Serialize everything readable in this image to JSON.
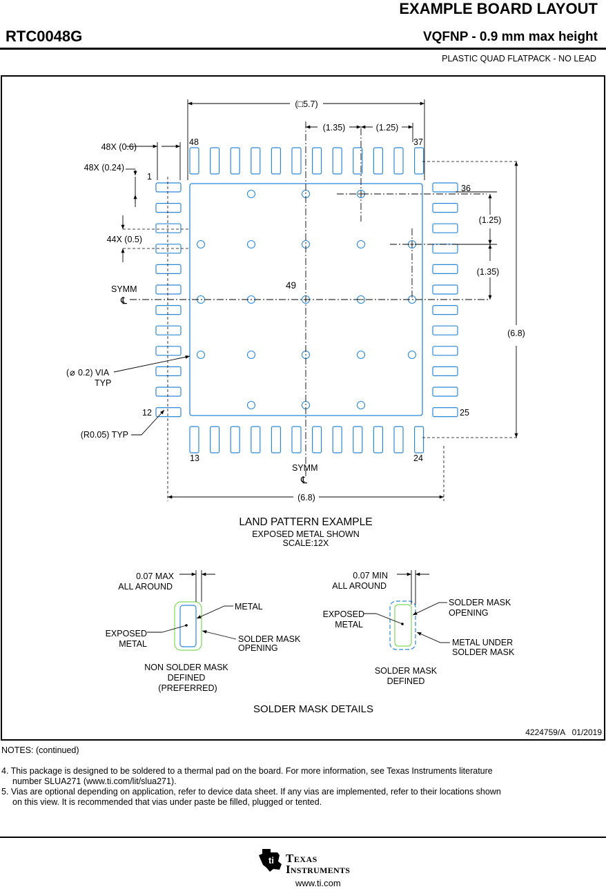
{
  "header": {
    "title": "EXAMPLE BOARD LAYOUT",
    "part_number": "RTC0048G",
    "package": "VQFNP - 0.9 mm max height",
    "package_desc": "PLASTIC QUAD FLATPACK - NO LEAD"
  },
  "land_pattern": {
    "dims": {
      "body_width": "(□5.7)",
      "via_x1": "(1.35)",
      "via_x2": "(1.25)",
      "pad_len": "48X (0.6)",
      "pad_width": "48X (0.24)",
      "pitch": "44X (0.5)",
      "via_y1": "(1.25)",
      "via_y2": "(1.35)",
      "total_h": "(6.8)",
      "total_w": "(6.8)"
    },
    "pins": {
      "p1": "1",
      "p12": "12",
      "p13": "13",
      "p24": "24",
      "p25": "25",
      "p36": "36",
      "p37": "37",
      "p48": "48",
      "thermal": "49"
    },
    "labels": {
      "symm": "SYMM",
      "centerline": "℄",
      "via_note_a": "0.2) VIA",
      "via_note_paren": "(",
      "via_note_typ": "TYP",
      "corner_radius": "(R0.05) TYP"
    },
    "caption": {
      "title": "LAND  PATTERN EXAMPLE",
      "line1": "EXPOSED METAL SHOWN",
      "line2": "SCALE:12X"
    }
  },
  "mask_details": {
    "nsmd": {
      "dim1": "0.07 MAX",
      "dim2": "ALL AROUND",
      "metal": "METAL",
      "exposed1": "EXPOSED",
      "exposed2": "METAL",
      "opening1": "SOLDER MASK",
      "opening2": "OPENING",
      "caption1": "NON SOLDER MASK",
      "caption2": "DEFINED",
      "caption3": "(PREFERRED)"
    },
    "smd": {
      "dim1": "0.07 MIN",
      "dim2": "ALL AROUND",
      "exposed1": "EXPOSED",
      "exposed2": "METAL",
      "opening1": "SOLDER MASK",
      "opening2": "OPENING",
      "under1": "METAL UNDER",
      "under2": "SOLDER MASK",
      "caption1": "SOLDER MASK",
      "caption2": "DEFINED"
    },
    "title": "SOLDER MASK DETAILS"
  },
  "doc_id": "4224759/A   01/2019",
  "notes": {
    "heading": "NOTES: (continued)",
    "n4a": "4. This package is designed to be soldered to a thermal pad on the board. For more information, see Texas Instruments literature",
    "n4b": "number SLUA271 (www.ti.com/lit/slua271).",
    "n5a": "5. Vias are optional depending on application, refer to device data sheet. If any vias are implemented, refer to their locations shown",
    "n5b": "on this view. It is recommended that vias under paste be filled, plugged or tented."
  },
  "footer": {
    "brand1": "Texas",
    "brand2": "Instruments",
    "url": "www.ti.com"
  },
  "colors": {
    "pad": "#2a88d6",
    "mask": "#7ed957",
    "line": "#000000"
  }
}
